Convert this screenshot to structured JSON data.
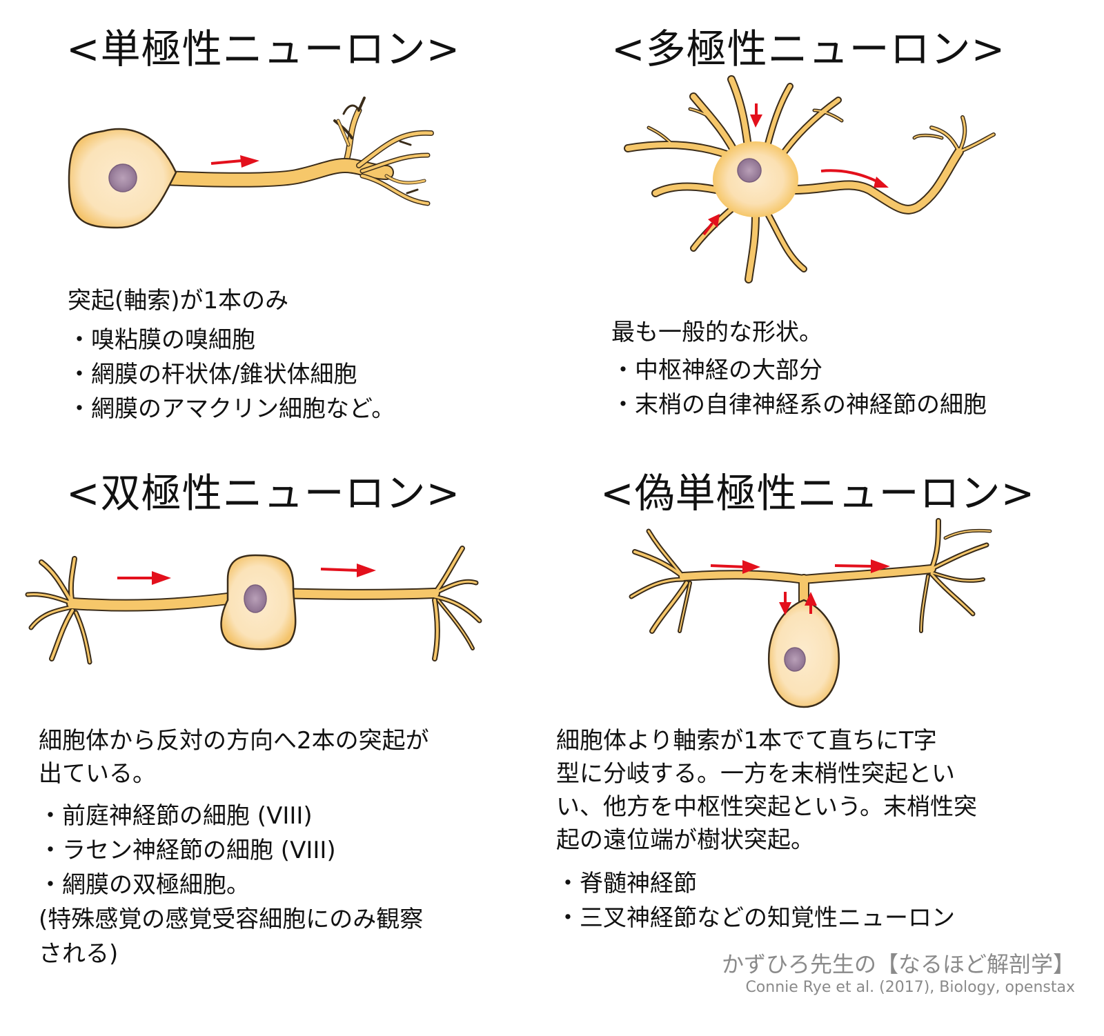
{
  "colors": {
    "background": "#ffffff",
    "text": "#111111",
    "neuron_fill": "#f6c76a",
    "neuron_body_light": "#fbe6c2",
    "neuron_outline": "#3a2c1a",
    "nucleus": "#9e82a0",
    "arrow": "#e3101c",
    "credit_text": "#8a8a8a"
  },
  "panels": {
    "unipolar": {
      "title": "<単極性ニューロン>",
      "description": [
        "突起(軸索)が1本のみ"
      ],
      "bullets": [
        "・嗅粘膜の嗅細胞",
        "・網膜の杆状体/錐状体細胞",
        "・網膜のアマクリン細胞など。"
      ],
      "arrows": 1
    },
    "multipolar": {
      "title": "<多極性ニューロン>",
      "description": [
        "最も一般的な形状。"
      ],
      "bullets": [
        "・中枢神経の大部分",
        "・末梢の自律神経系の神経節の細胞"
      ],
      "arrows": 3
    },
    "bipolar": {
      "title": "<双極性ニューロン>",
      "description": [
        "細胞体から反対の方向へ2本の突起が",
        "出ている。"
      ],
      "bullets": [
        "・前庭神経節の細胞 (VIII)",
        "・ラセン神経節の細胞 (VIII)",
        "・網膜の双極細胞。",
        "(特殊感覚の感覚受容細胞にのみ観察",
        "される)"
      ],
      "arrows": 2
    },
    "pseudounipolar": {
      "title": "<偽単極性ニューロン>",
      "description": [
        "細胞体より軸索が1本でて直ちにT字",
        "型に分岐する。一方を末梢性突起とい",
        "い、他方を中枢性突起という。末梢性突",
        "起の遠位端が樹状突起。"
      ],
      "bullets": [
        "・脊髄神経節",
        "・三叉神経節などの知覚性ニューロン"
      ],
      "arrows": 4
    }
  },
  "credit": {
    "brand": "かずひろ先生の【なるほど解剖学】",
    "citation": "Connie Rye et al. (2017), Biology, openstax"
  }
}
